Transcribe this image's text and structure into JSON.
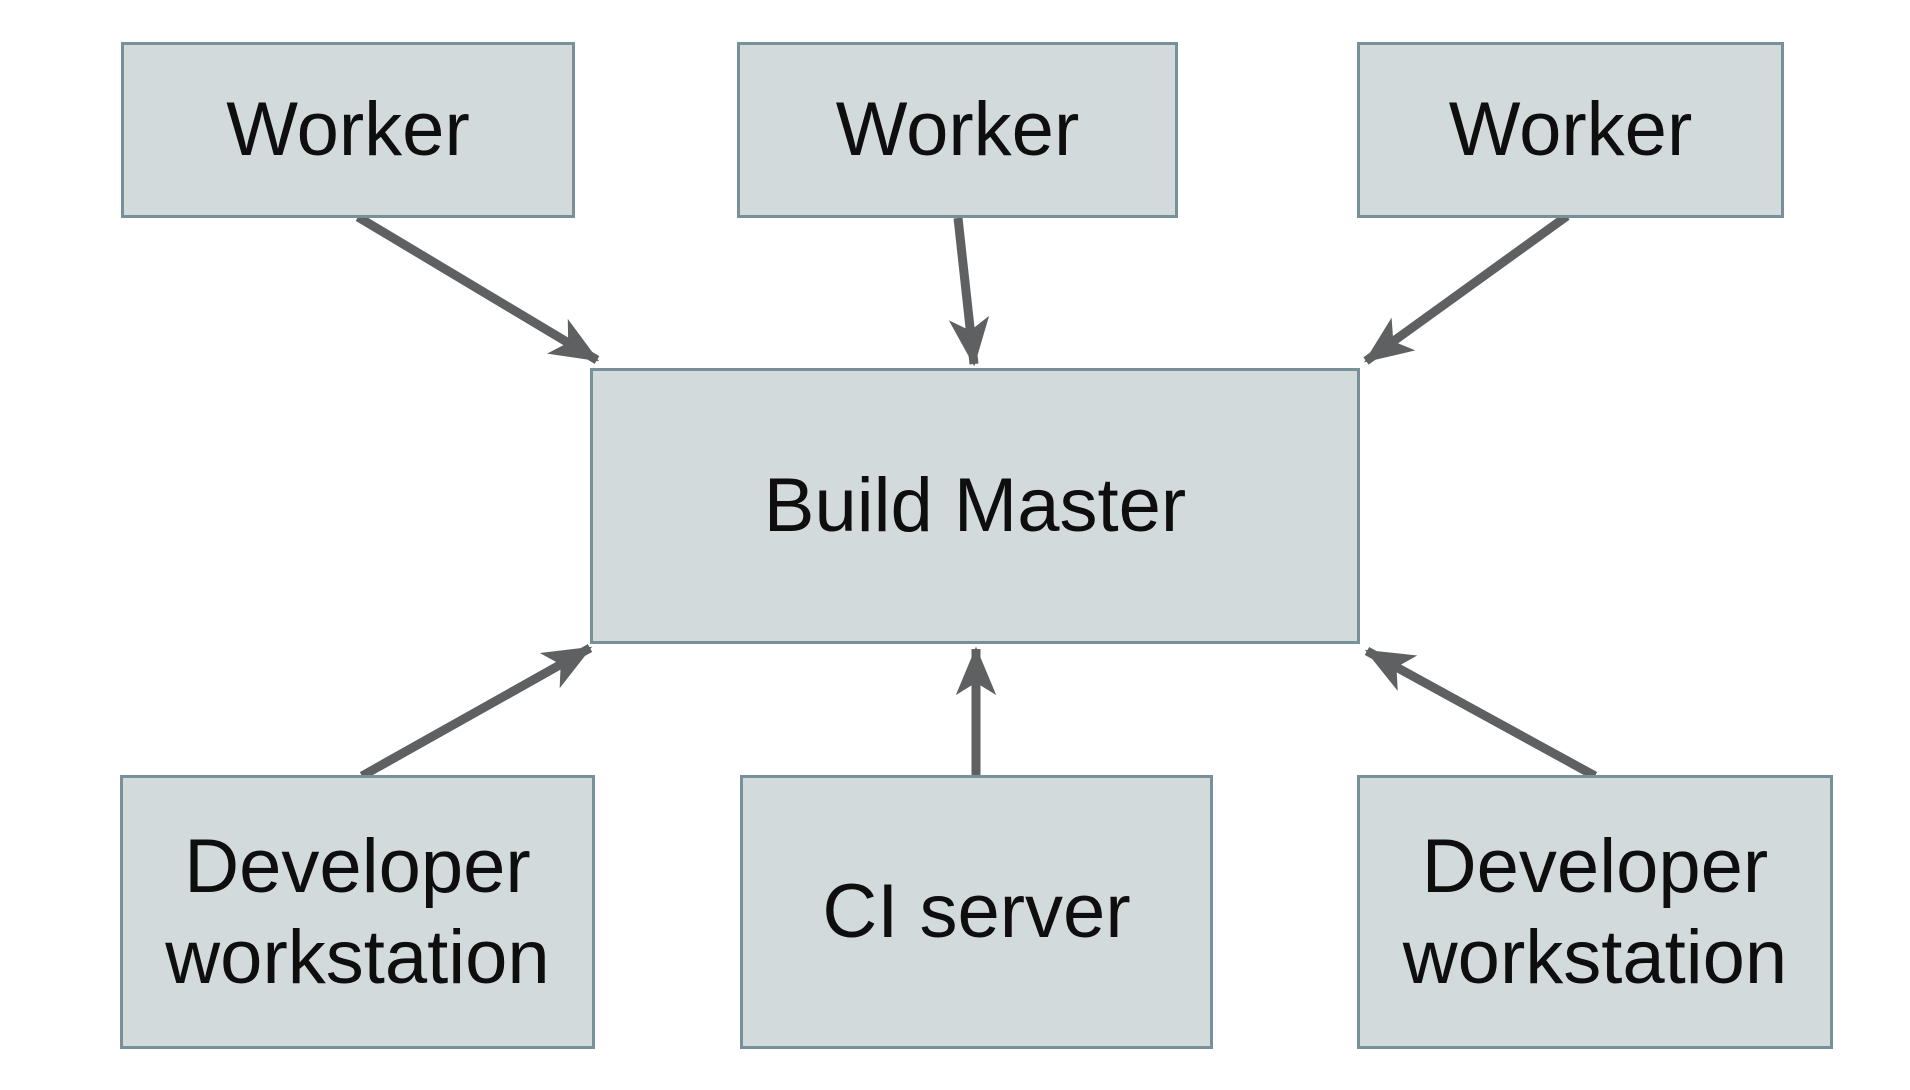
{
  "diagram": {
    "type": "architecture-diagram",
    "title": "",
    "nodes": {
      "worker_left": {
        "label": "Worker"
      },
      "worker_middle": {
        "label": "Worker"
      },
      "worker_right": {
        "label": "Worker"
      },
      "build_master": {
        "label": "Build Master"
      },
      "dev_left": {
        "label": "Developer workstation"
      },
      "ci_server": {
        "label": "CI server"
      },
      "dev_right": {
        "label": "Developer workstation"
      }
    },
    "edges": [
      {
        "from": "worker_left",
        "to": "build_master",
        "arrowhead": "barbed"
      },
      {
        "from": "worker_middle",
        "to": "build_master",
        "arrowhead": "barbed"
      },
      {
        "from": "worker_right",
        "to": "build_master",
        "arrowhead": "barbed"
      },
      {
        "from": "dev_left",
        "to": "build_master",
        "arrowhead": "barbed"
      },
      {
        "from": "ci_server",
        "to": "build_master",
        "arrowhead": "barbed"
      },
      {
        "from": "dev_right",
        "to": "build_master",
        "arrowhead": "barbed"
      }
    ],
    "colors": {
      "background": "#ffffff",
      "box_fill": "#d2dadc",
      "box_border": "#78909a",
      "arrow": "#5f6062",
      "text": "#0e0e0e"
    }
  }
}
